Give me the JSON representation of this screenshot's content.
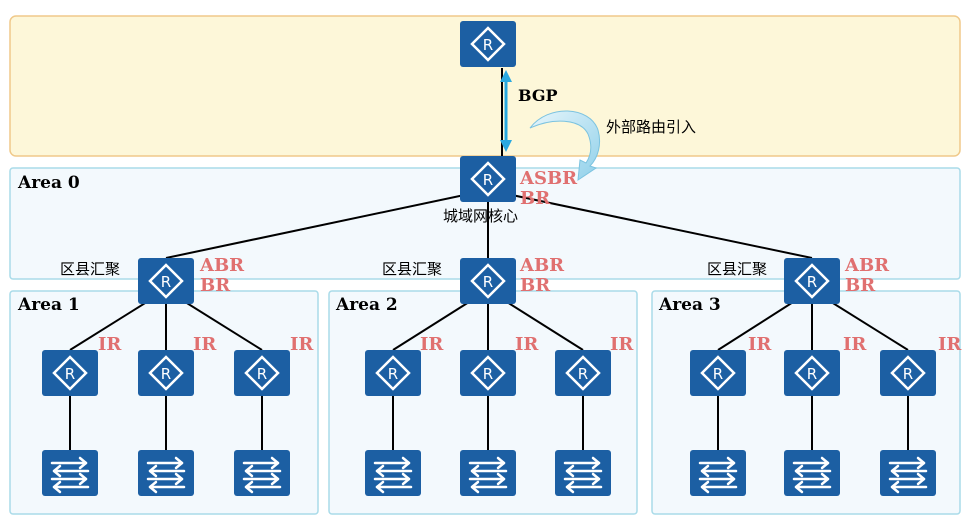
{
  "colors": {
    "device": "#1c5fa3",
    "role_text": "#e07070",
    "bgp_arrow": "#29a9e0",
    "external_area": "#fdf7d9",
    "ospf_area": "#f3f9fd"
  },
  "icons": {
    "router": "router-icon",
    "switch": "switch-icon",
    "arrow": "curved-arrow-icon"
  },
  "areas": {
    "area0": "Area 0",
    "area1": "Area 1",
    "area2": "Area 2",
    "area3": "Area 3"
  },
  "labels": {
    "bgp": "BGP",
    "external_import": "外部路由引入",
    "core_name": "城域网核心",
    "asbr": "ASBR",
    "br": "BR",
    "abr": "ABR",
    "ir": "IR",
    "district_aggregation": "区县汇聚"
  }
}
